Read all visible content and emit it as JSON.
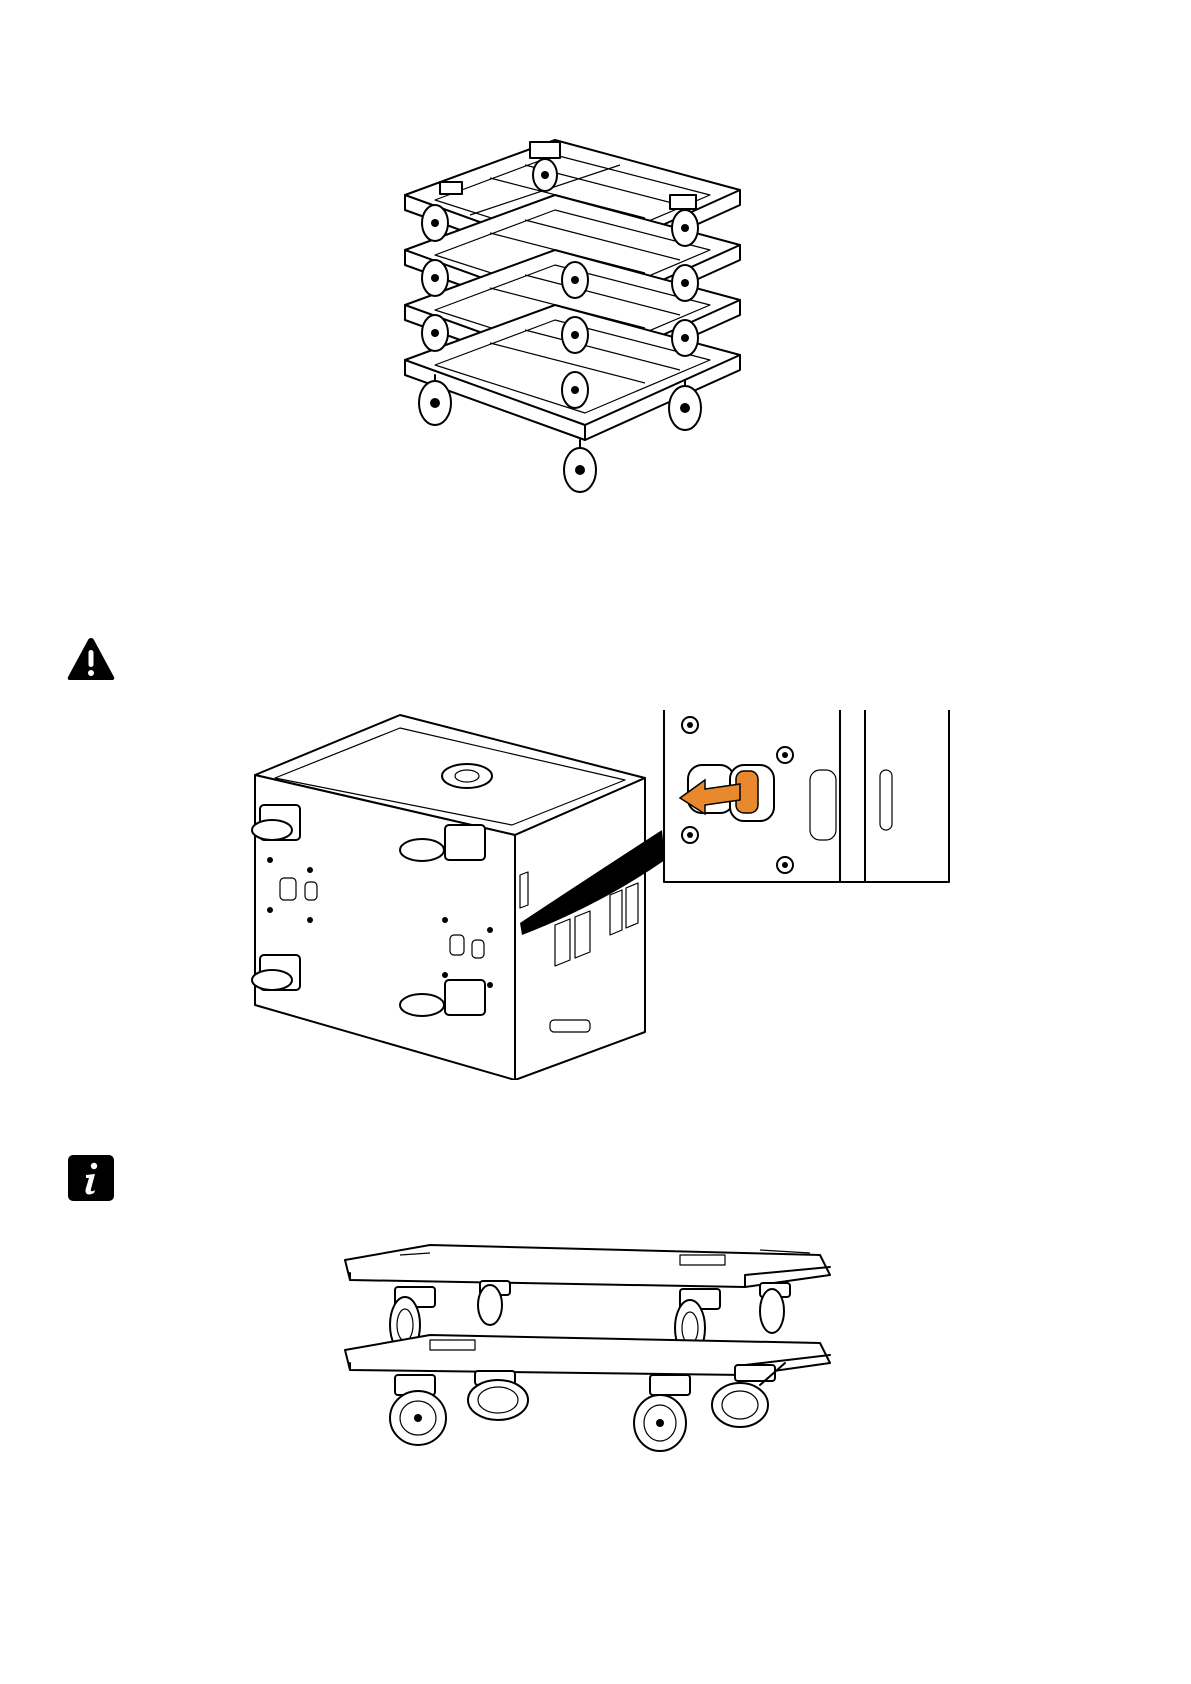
{
  "page": {
    "background": "#ffffff",
    "accent_color": "#e8892d"
  },
  "figures": [
    {
      "icon": "stacked-caster-frames"
    },
    {
      "icon": "warning-icon"
    },
    {
      "icon": "subwoofer-cabinet-with-handle-detail"
    },
    {
      "icon": "info-icon"
    },
    {
      "icon": "two-stacked-caster-dollies"
    }
  ]
}
